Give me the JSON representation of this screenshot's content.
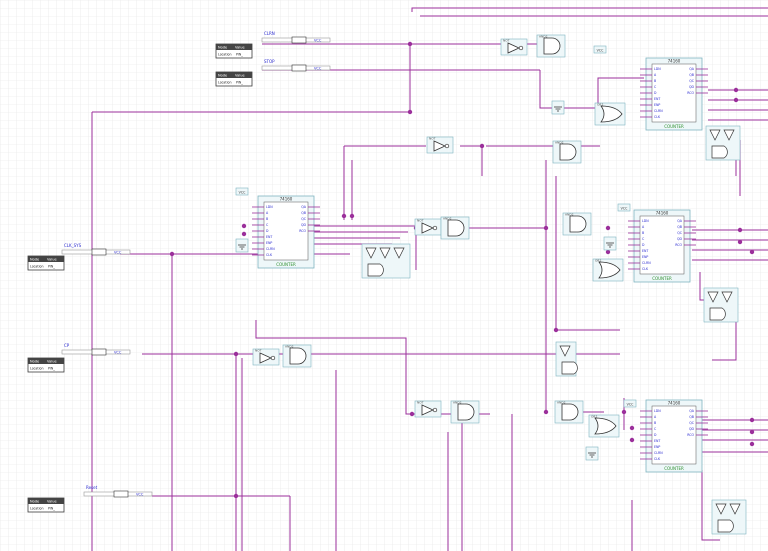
{
  "colors": {
    "background": "#ffffff",
    "grid": "#d9d9d9",
    "wire": "#9b2f9b",
    "pinbox": "#3d3d3d",
    "component_border": "#7fb5c0",
    "component_fill": "#eef7f9",
    "text_blue": "#2b2bd1",
    "text_green": "#2e8f2e"
  },
  "inputs": [
    {
      "name": "CLRN",
      "value": "VCC"
    },
    {
      "name": "STOP",
      "value": "VCC"
    },
    {
      "name": "CLK_SYS",
      "value": "VCC"
    },
    {
      "name": "CP",
      "value": "VCC"
    },
    {
      "name": "Reset",
      "value": "VCC"
    }
  ],
  "pin_table": {
    "col1": "Node",
    "col2": "Value",
    "location_label": "Location",
    "locations": [
      "PIN_",
      "PIN_",
      "PIN_",
      "PIN_",
      "PIN_"
    ]
  },
  "counter": {
    "name": "74160",
    "footer": "COUNTER",
    "pins_left": [
      "LDN",
      "A",
      "B",
      "C",
      "D",
      "ENT",
      "ENP",
      "CLRN",
      "CLK"
    ],
    "pins_right": [
      "QA",
      "QB",
      "QC",
      "QD",
      "RCO"
    ]
  },
  "gates": {
    "not_label": "NOT",
    "and_label": "AND2",
    "or_label": "OR2",
    "vcc": "VCC",
    "gnd": "GND"
  }
}
